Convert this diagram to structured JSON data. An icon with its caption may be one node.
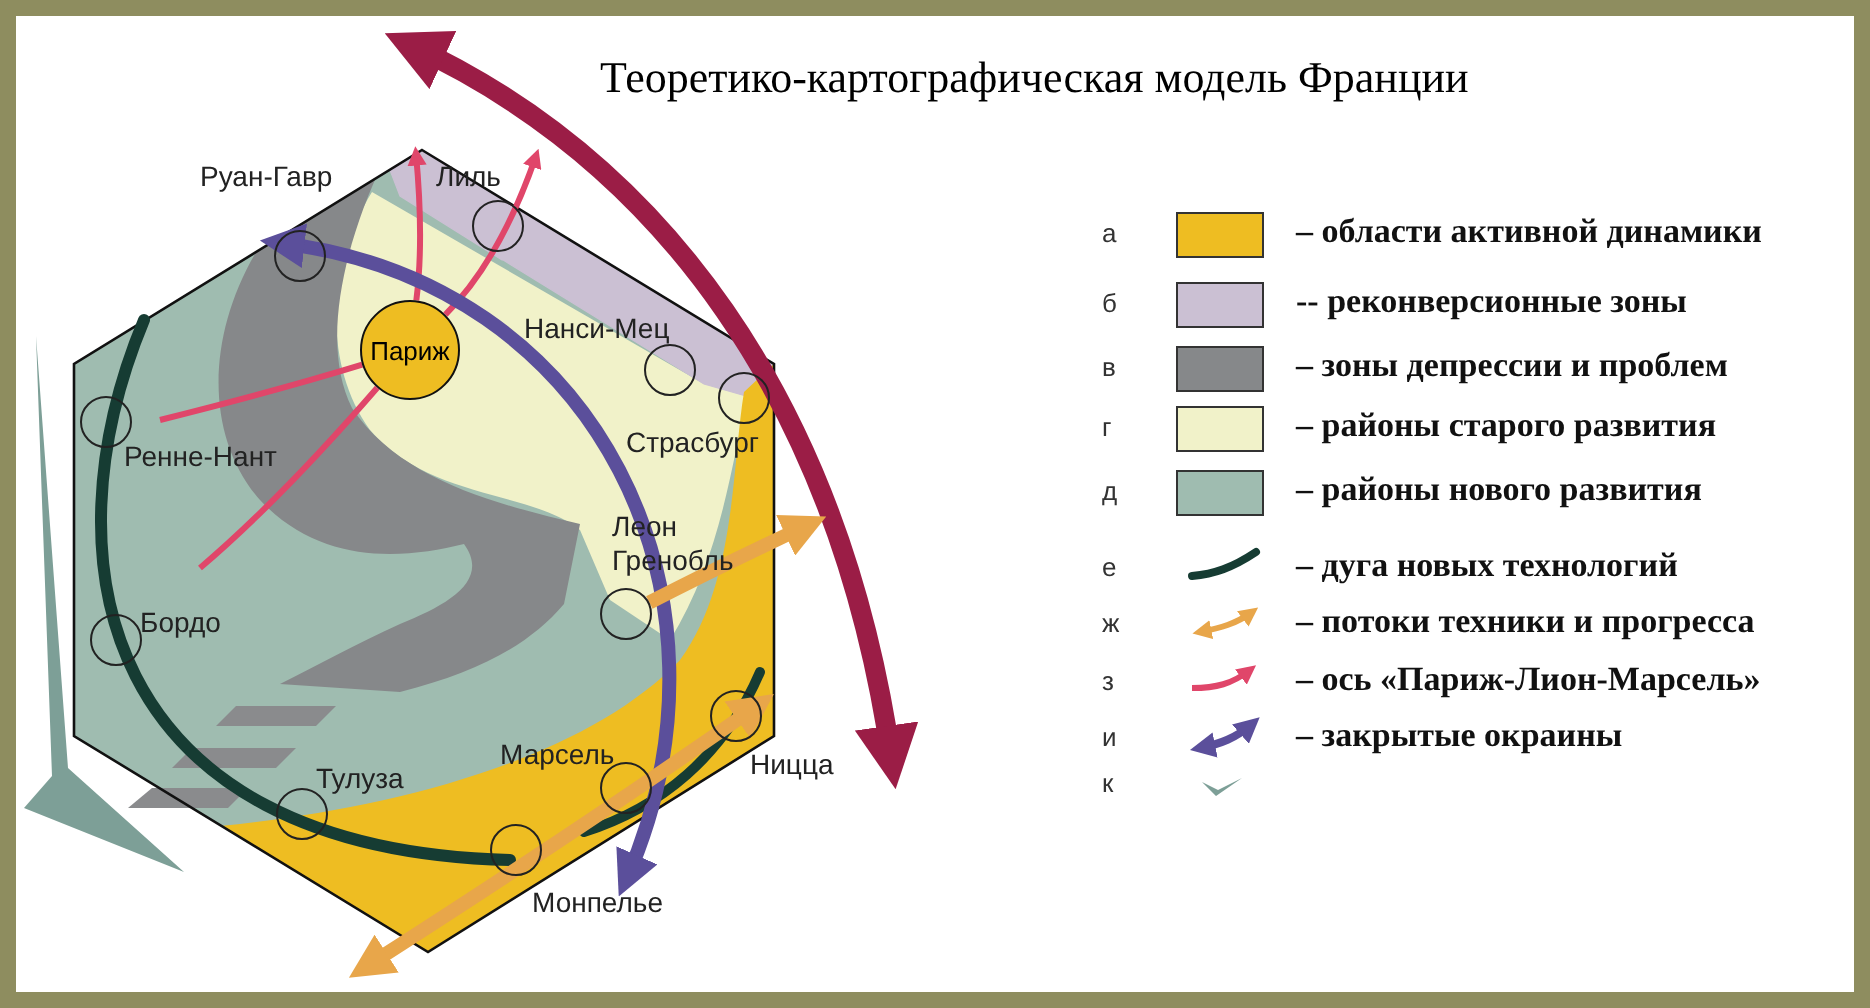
{
  "diagram": {
    "title": "Теоретико-картографическая модель Франции",
    "nodes": [
      {
        "text": [],
        "shape": "circle",
        "beside": [
          "Руан-Гавр"
        ]
      },
      {
        "text": [],
        "shape": "circle",
        "beside": [
          "Лиль"
        ]
      },
      {
        "text": [
          "Париж"
        ]
      },
      {
        "text": [],
        "shape": "circle",
        "beside": [
          "Нанси-Мец"
        ]
      },
      {
        "text": [],
        "shape": "circle",
        "beside": [
          "Страсбург"
        ]
      },
      {
        "text": [],
        "shape": "circle",
        "beside": [
          "Ренне-Нант"
        ]
      },
      {
        "text": [],
        "shape": "circle",
        "beside": [
          "Леон Гренобль"
        ]
      },
      {
        "text": [],
        "shape": "circle",
        "beside": [
          "Бордо"
        ]
      },
      {
        "text": [],
        "shape": "circle",
        "beside": [
          "Ницца"
        ]
      },
      {
        "text": [],
        "shape": "circle",
        "beside": [
          "Марсель"
        ]
      },
      {
        "text": [],
        "shape": "circle",
        "beside": [
          "Тулуза"
        ]
      },
      {
        "text": [],
        "shape": "circle",
        "beside": [
          "Монпелье"
        ]
      }
    ],
    "edges": [
      {
        "from": 2,
        "to": 1,
        "arrow": "to"
      },
      {
        "from": 2,
        "to": 1,
        "arrow": "to"
      },
      {
        "from": 2,
        "to": null,
        "arrow": "none"
      },
      {
        "from": 2,
        "to": null,
        "arrow": "none"
      },
      {
        "from": 0,
        "to": 11,
        "arrow": "both",
        "style": "thick",
        "color": "#5b4f9b"
      },
      {
        "from": 6,
        "to": null,
        "arrow": "to",
        "style": "thick",
        "color": "#e8a64a"
      },
      {
        "from": null,
        "to": 8,
        "arrow": "both",
        "style": "thick",
        "color": "#e8a64a"
      }
    ],
    "labels": [
      "а",
      "б",
      "в",
      "г",
      "д",
      "е",
      "ж",
      "з",
      "и",
      "к"
    ],
    "legend": [
      {
        "text": "– области активной динамики",
        "color": "#eebd22"
      },
      {
        "text": "-- реконверсионные зоны",
        "color": "#cbc0d3"
      },
      {
        "text": "– зоны депрессии и проблем",
        "color": "#86888a"
      },
      {
        "text": "– районы старого развития",
        "color": "#f1f2c9"
      },
      {
        "text": "– районы нового развития",
        "color": "#9fbcb0"
      },
      {
        "text": "– дуга новых технологий"
      },
      {
        "text": "– потоки техники и прогресса"
      },
      {
        "text": "– ось «Париж-Лион-Марсель»"
      },
      {
        "text": "– закрытые окраины"
      }
    ]
  }
}
